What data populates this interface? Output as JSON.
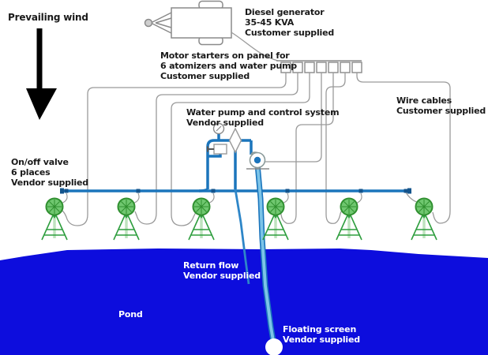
{
  "title": "Pond atomizer evaporation system diagram",
  "labels": {
    "prevailing_wind": "Prevailing wind",
    "diesel_generator": "Diesel generator\n35-45 KVA\nCustomer supplied",
    "motor_starters": "Motor starters on panel for\n6 atomizers and water pump\nCustomer supplied",
    "wire_cables": "Wire cables\nCustomer supplied",
    "water_pump": "Water pump and control system\nVendor supplied",
    "onoff_valve": "On/off valve\n6 places\nVendor supplied",
    "return_flow": "Return flow\nVendor supplied",
    "pond": "Pond",
    "floating_screen": "Floating screen\nVendor supplied"
  },
  "diagram": {
    "atomizer_count": 6,
    "motor_starter_count": 7,
    "generator_rating": "35-45 KVA"
  },
  "colors": {
    "pond_blue": "#0d0ddd",
    "pipe_blue": "#1b75bc",
    "pipe_dark": "#14548c",
    "suction_fill": "#7cc4e8",
    "atomizer_green": "#2f9e3f",
    "atomizer_light_green": "#bfe3bf",
    "wire_gray": "#9a9a9a",
    "outline_gray": "#8a8a8a",
    "label_black": "#1a1a1a",
    "label_white": "#ffffff"
  }
}
